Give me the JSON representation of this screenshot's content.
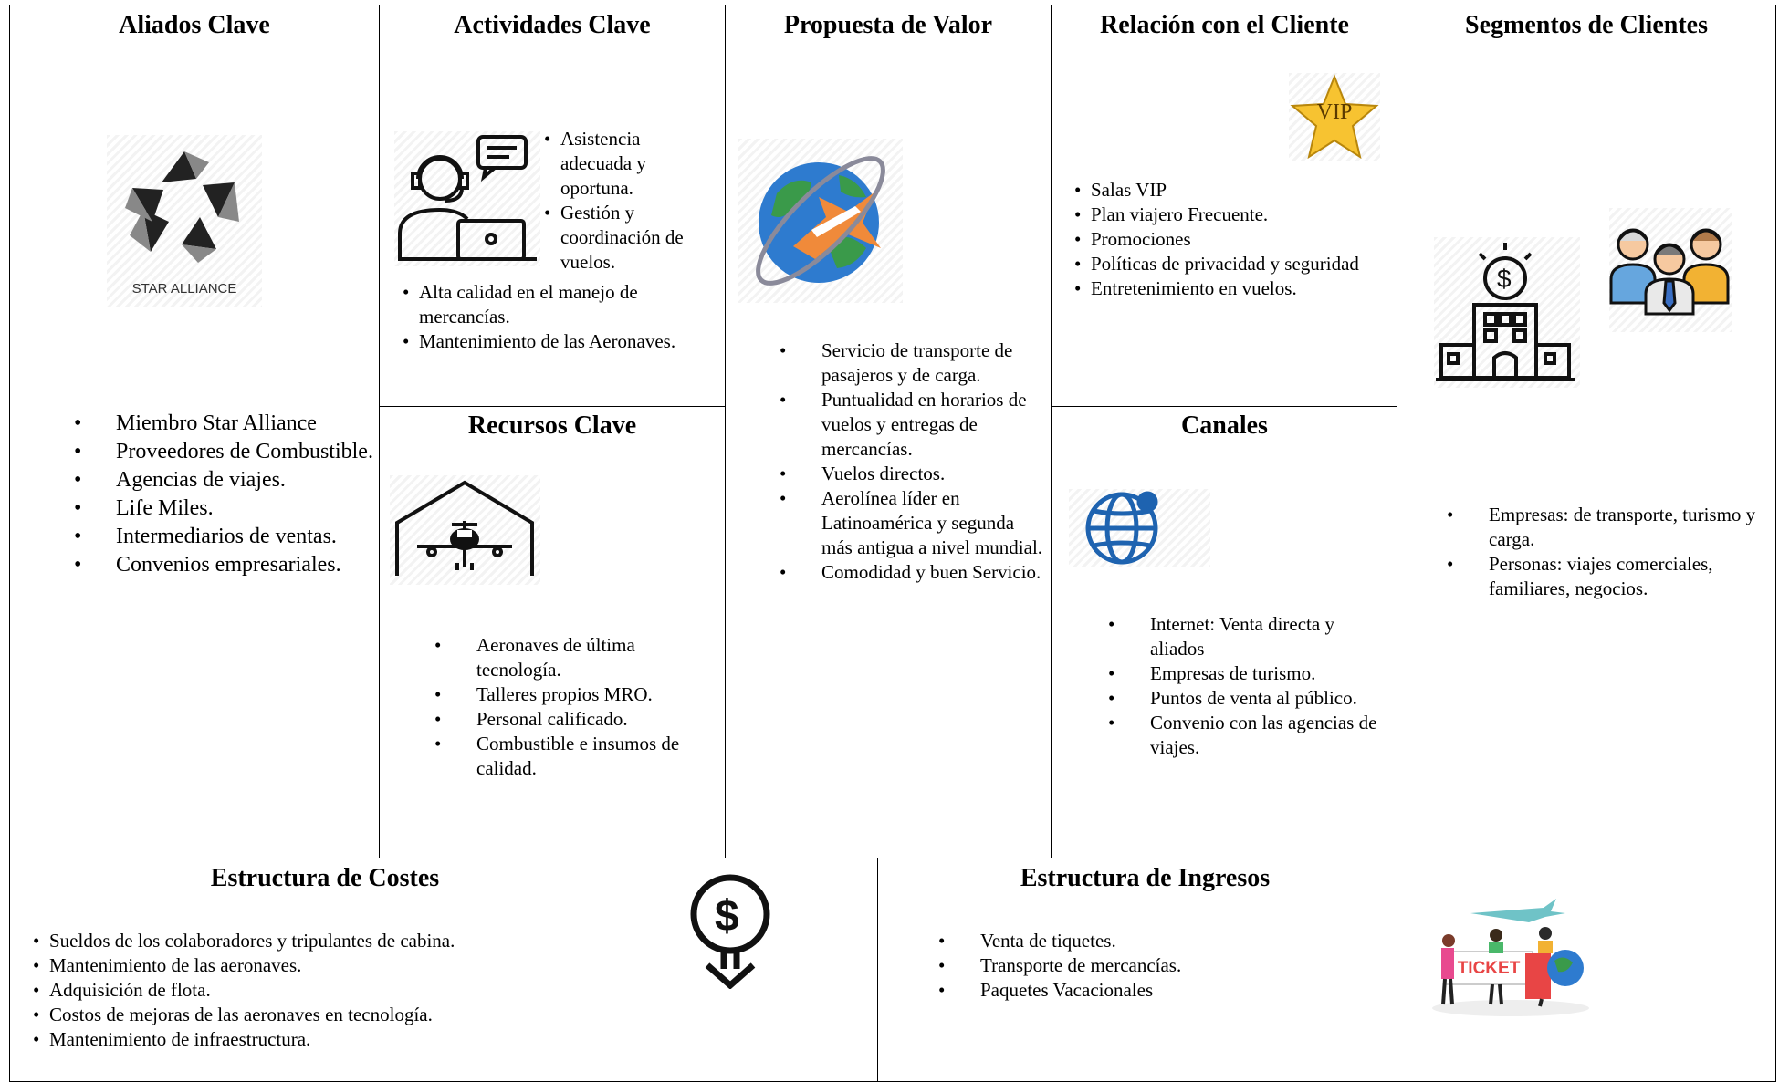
{
  "blocks": {
    "aliados": {
      "title": "Aliados Clave",
      "logo_text": "STAR ALLIANCE",
      "items": [
        "Miembro Star Alliance",
        "Proveedores de Combustible.",
        "Agencias de viajes.",
        "Life Miles.",
        "Intermediarios de ventas.",
        "Convenios empresariales."
      ]
    },
    "actividades": {
      "title": "Actividades Clave",
      "items_right": [
        "Asistencia adecuada y oportuna.",
        "Gestión y coordinación de vuelos."
      ],
      "items_bottom": [
        "Alta calidad en el manejo de mercancías.",
        "Mantenimiento de las Aeronaves."
      ]
    },
    "recursos": {
      "title": "Recursos Clave",
      "items": [
        "Aeronaves de última tecnología.",
        "Talleres propios MRO.",
        "Personal calificado.",
        "Combustible e insumos de calidad."
      ]
    },
    "propuesta": {
      "title": "Propuesta de Valor",
      "items": [
        "Servicio de transporte de pasajeros y de carga.",
        "Puntualidad en horarios de vuelos y entregas de mercancías.",
        "Vuelos directos.",
        "Aerolínea líder en Latinoamérica y segunda más antigua a nivel mundial.",
        "Comodidad y buen Servicio."
      ]
    },
    "relacion": {
      "title": "Relación con el Cliente",
      "badge_text": "VIP",
      "items": [
        "Salas VIP",
        "Plan viajero Frecuente.",
        "Promociones",
        "Políticas de privacidad y seguridad",
        "Entretenimiento en vuelos."
      ]
    },
    "canales": {
      "title": "Canales",
      "items": [
        "Internet: Venta directa y aliados",
        "Empresas de turismo.",
        "Puntos de venta al público.",
        "Convenio con las agencias de viajes."
      ]
    },
    "segmentos": {
      "title": "Segmentos de Clientes",
      "items": [
        "Empresas: de transporte, turismo y carga.",
        "Personas: viajes comerciales, familiares, negocios."
      ]
    },
    "costes": {
      "title": "Estructura de Costes",
      "items": [
        "Sueldos de los colaboradores y tripulantes de cabina.",
        "Mantenimiento de las aeronaves.",
        "Adquisición de flota.",
        "Costos de mejoras de las aeronaves en tecnología.",
        "Mantenimiento de infraestructura."
      ]
    },
    "ingresos": {
      "title": "Estructura de Ingresos",
      "ticket_text": "TICKET",
      "items": [
        "Venta de tiquetes.",
        "Transporte de mercancías.",
        "Paquetes Vacacionales"
      ]
    }
  },
  "colors": {
    "border": "#000000",
    "text": "#000000",
    "globe_blue": "#2e7bcf",
    "vip_gold": "#f7c331",
    "ticket_red": "#e84545"
  },
  "icons": [
    "star-alliance-logo",
    "customer-support-icon",
    "hangar-airplane-icon",
    "globe-airplane-icon",
    "vip-star-icon",
    "web-globe-icon",
    "bank-building-icon",
    "people-group-icon",
    "dollar-down-arrow-icon",
    "ticket-people-icon"
  ]
}
